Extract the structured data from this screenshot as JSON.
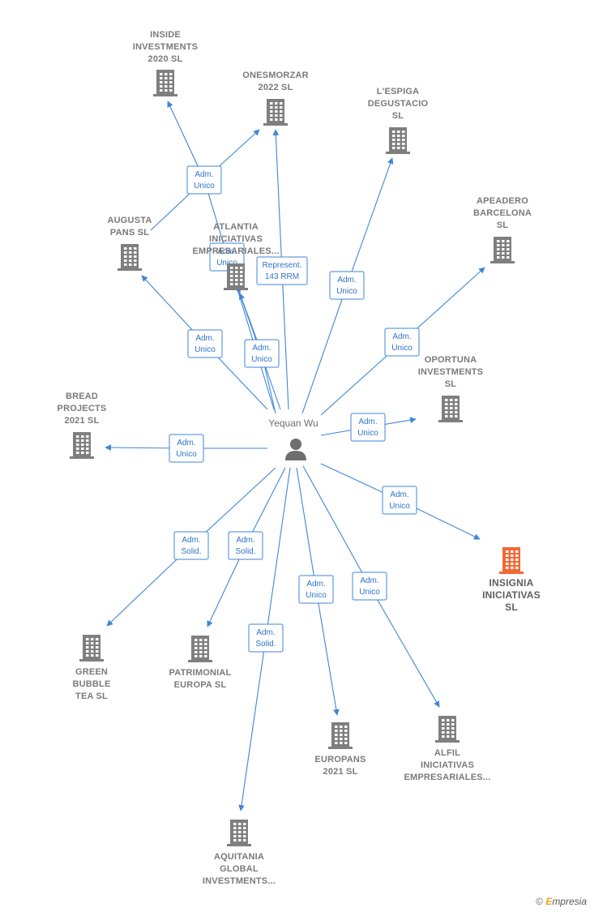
{
  "center": {
    "name": "Yequan Wu",
    "icon": "person-icon"
  },
  "colors": {
    "edge": "#3f86d8",
    "building": "#7f7f7f",
    "highlight": "#f26a35"
  },
  "nodes": [
    {
      "id": "inside",
      "lines": [
        "INSIDE",
        "INVESTMENTS",
        "2020  SL"
      ],
      "icon": "building-icon"
    },
    {
      "id": "onesmorzar",
      "lines": [
        "ONESMORZAR",
        "2022  SL"
      ],
      "icon": "building-icon"
    },
    {
      "id": "lespiga",
      "lines": [
        "L'ESPIGA",
        "DEGUSTACIO",
        "SL"
      ],
      "icon": "building-icon"
    },
    {
      "id": "apeadero",
      "lines": [
        "APEADERO",
        "BARCELONA",
        "SL"
      ],
      "icon": "building-icon"
    },
    {
      "id": "augusta",
      "lines": [
        "AUGUSTA",
        "PANS  SL"
      ],
      "icon": "building-icon"
    },
    {
      "id": "atlantia",
      "lines": [
        "ATLANTIA",
        "INICIATIVAS",
        "EMPRESARIALES..."
      ],
      "icon": "building-icon"
    },
    {
      "id": "oportuna",
      "lines": [
        "OPORTUNA",
        "INVESTMENTS",
        "SL"
      ],
      "icon": "building-icon"
    },
    {
      "id": "bread",
      "lines": [
        "BREAD",
        "PROJECTS",
        "2021  SL"
      ],
      "icon": "building-icon"
    },
    {
      "id": "insignia",
      "lines": [
        "INSIGNIA",
        "INICIATIVAS",
        "SL"
      ],
      "icon": "building-icon",
      "highlight": true
    },
    {
      "id": "green",
      "lines": [
        "GREEN",
        "BUBBLE",
        "TEA  SL"
      ],
      "icon": "building-icon"
    },
    {
      "id": "patrimonial",
      "lines": [
        "PATRIMONIAL",
        "EUROPA  SL"
      ],
      "icon": "building-icon"
    },
    {
      "id": "europans",
      "lines": [
        "EUROPANS",
        "2021  SL"
      ],
      "icon": "building-icon"
    },
    {
      "id": "alfil",
      "lines": [
        "ALFIL",
        "INICIATIVAS",
        "EMPRESARIALES..."
      ],
      "icon": "building-icon"
    },
    {
      "id": "aquitania",
      "lines": [
        "AQUITANIA",
        "GLOBAL",
        "INVESTMENTS..."
      ],
      "icon": "building-icon"
    }
  ],
  "edges": [
    {
      "to": "inside",
      "label": [
        "Adm.",
        "Unico"
      ]
    },
    {
      "to": "onesmorzar",
      "label": [
        "Represent.",
        "143 RRM"
      ]
    },
    {
      "to": "onesmorzar",
      "label": [
        "Adm.",
        "Unico"
      ],
      "from": "augusta"
    },
    {
      "to": "atlantia",
      "label": [
        "Adm.",
        "Unico"
      ]
    },
    {
      "to": "atlantia",
      "label": [
        "Adm.",
        "Unico"
      ],
      "variant": "b"
    },
    {
      "to": "lespiga",
      "label": [
        "Adm.",
        "Unico"
      ]
    },
    {
      "to": "apeadero",
      "label": [
        "Adm.",
        "Unico"
      ]
    },
    {
      "to": "augusta",
      "label": [
        "Adm.",
        "Unico"
      ]
    },
    {
      "to": "oportuna",
      "label": [
        "Adm.",
        "Unico"
      ]
    },
    {
      "to": "bread",
      "label": [
        "Adm.",
        "Unico"
      ]
    },
    {
      "to": "insignia",
      "label": [
        "Adm.",
        "Unico"
      ]
    },
    {
      "to": "green",
      "label": [
        "Adm.",
        "Solid."
      ]
    },
    {
      "to": "patrimonial",
      "label": [
        "Adm.",
        "Solid."
      ]
    },
    {
      "to": "europans",
      "label": [
        "Adm.",
        "Unico"
      ]
    },
    {
      "to": "alfil",
      "label": [
        "Adm.",
        "Unico"
      ]
    },
    {
      "to": "aquitania",
      "label": [
        "Adm.",
        "Solid."
      ]
    }
  ],
  "watermark": {
    "symbol": "©",
    "brand_first": "E",
    "brand_rest": "mpresia"
  }
}
